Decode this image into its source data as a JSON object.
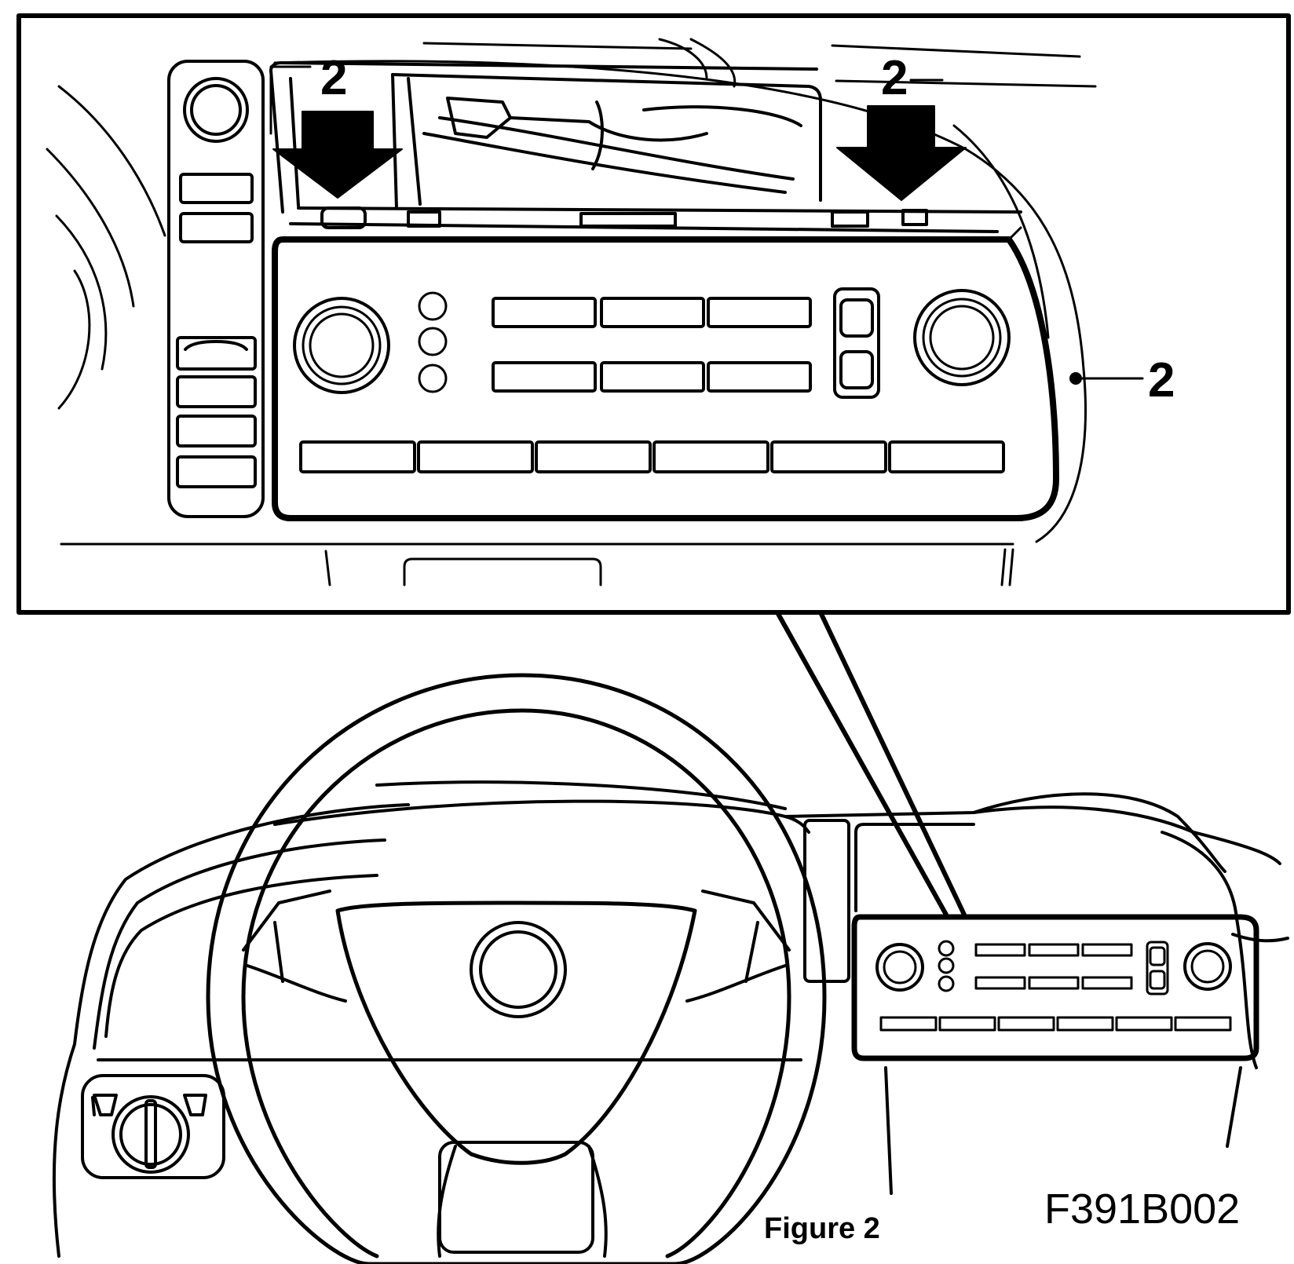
{
  "callouts": {
    "left_arrow": "2",
    "right_arrow": "2",
    "panel_edge": "2"
  },
  "caption": "Figure 2",
  "figure_code": "F391B002",
  "colors": {
    "line": "#000000",
    "background": "#ffffff"
  }
}
